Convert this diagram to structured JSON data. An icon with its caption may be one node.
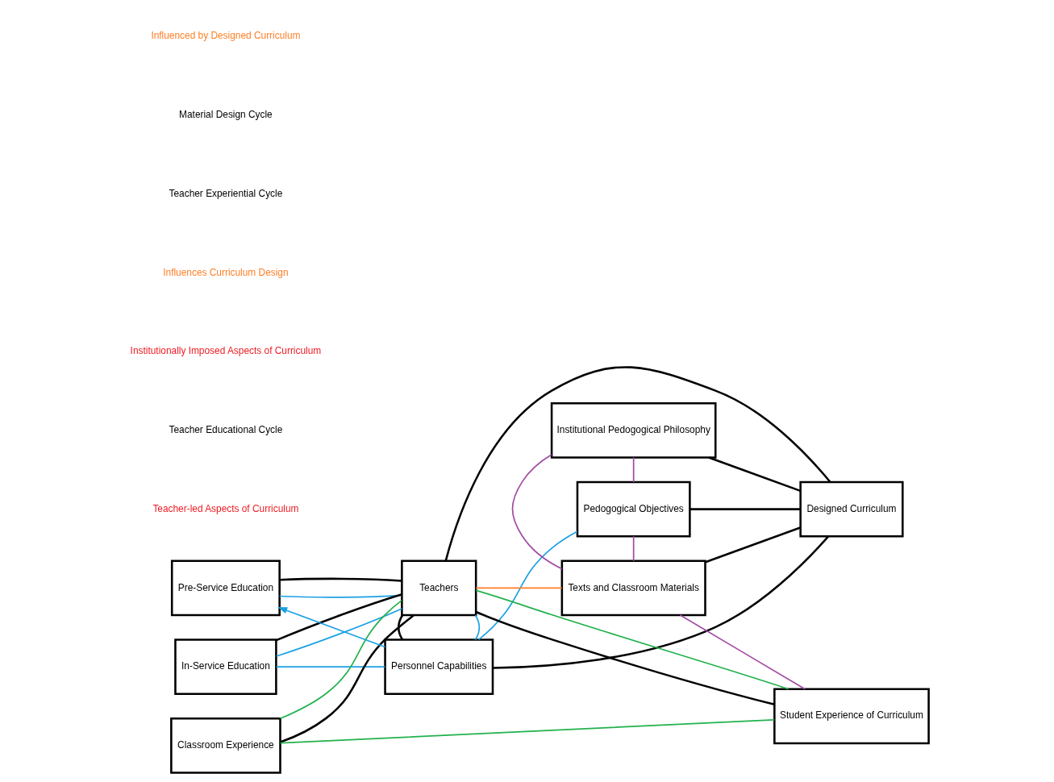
{
  "diagram": {
    "nodes": [
      {
        "text": [
          "Pre-Service Education"
        ]
      },
      {
        "text": [
          "In-Service Education"
        ]
      },
      {
        "text": [
          "Classroom Experience"
        ]
      },
      {
        "text": [
          "Personnel Capabilities"
        ]
      },
      {
        "text": [
          "Teachers"
        ]
      },
      {
        "text": [
          "Designed Curriculum"
        ]
      },
      {
        "text": [
          "Student Experience of Curriculum"
        ]
      },
      {
        "text": [
          "Pedogogical Objectives"
        ]
      },
      {
        "text": [
          "Institutional Pedogogical Philosophy"
        ]
      },
      {
        "text": [
          "Texts and Classroom Materials"
        ]
      }
    ],
    "edges": [
      {
        "from": 3,
        "to": 0,
        "arrow": "to",
        "color": "#1ba1e2"
      },
      {
        "from": 0,
        "to": 4,
        "arrow": "none",
        "color": "#1ba1e2"
      },
      {
        "from": 0,
        "to": 4,
        "arrow": "none"
      },
      {
        "from": 1,
        "to": 3,
        "arrow": "none",
        "color": "#1ba1e2"
      },
      {
        "from": 1,
        "to": 4,
        "arrow": "none",
        "color": "#1ba1e2"
      },
      {
        "from": 1,
        "to": 4,
        "arrow": "none"
      },
      {
        "from": 2,
        "to": 4,
        "arrow": "none"
      },
      {
        "from": 2,
        "to": 4,
        "arrow": "none",
        "color": "#22b14c"
      },
      {
        "from": 4,
        "to": 3,
        "arrow": "none",
        "color": "#1ba1e2"
      },
      {
        "from": 4,
        "to": 3,
        "arrow": "none"
      },
      {
        "from": 3,
        "to": 5,
        "arrow": "none"
      },
      {
        "from": 3,
        "to": 7,
        "arrow": "none",
        "color": "#1ba1e2"
      },
      {
        "from": 4,
        "to": 5,
        "arrow": "none"
      },
      {
        "from": 4,
        "to": 6,
        "arrow": "none"
      },
      {
        "from": 4,
        "to": 6,
        "arrow": "none",
        "color": "#22b14c"
      },
      {
        "from": 2,
        "to": 6,
        "arrow": "none",
        "color": "#22b14c"
      },
      {
        "from": 4,
        "to": 9,
        "arrow": "none",
        "color": "#ff7f27"
      },
      {
        "from": 5,
        "to": 7,
        "arrow": "none"
      },
      {
        "from": 5,
        "to": 8,
        "arrow": "none"
      },
      {
        "from": 5,
        "to": 9,
        "arrow": "none"
      },
      {
        "from": 7,
        "to": 8,
        "arrow": "none",
        "color": "#a349a4"
      },
      {
        "from": 7,
        "to": 9,
        "arrow": "none",
        "color": "#a349a4"
      },
      {
        "from": 8,
        "to": 9,
        "arrow": "none",
        "color": "#a349a4"
      },
      {
        "from": 9,
        "to": 6,
        "arrow": "none",
        "color": "#a349a4"
      }
    ],
    "labels": [
      "Teacher-led Aspects of Curriculum",
      "Teacher Educational Cycle",
      "Institutionally Imposed Aspects of Curriculum",
      "Influences Curriculum Design",
      "Teacher Experiential Cycle",
      "Material Design Cycle",
      "Influenced by Designed Curriculum"
    ]
  }
}
